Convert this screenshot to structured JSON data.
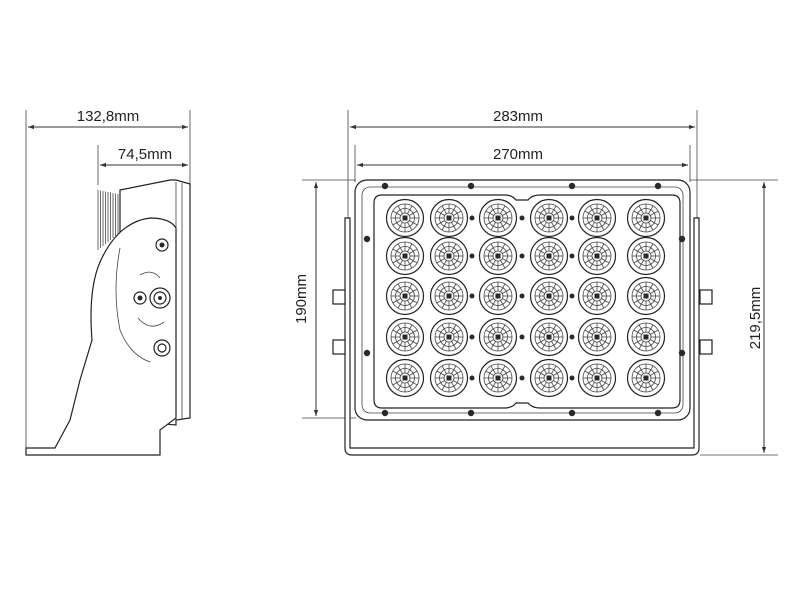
{
  "dimensions": {
    "side_total_width": "132,8mm",
    "side_body_depth": "74,5mm",
    "front_total_width": "283mm",
    "front_lens_width": "270mm",
    "front_height": "190mm",
    "front_total_height": "219,5mm"
  },
  "led_grid": {
    "rows": 5,
    "columns": 6
  },
  "colors": {
    "line": "#333333",
    "led_fill": "#ffffff",
    "screw": "#2a2a2a"
  }
}
